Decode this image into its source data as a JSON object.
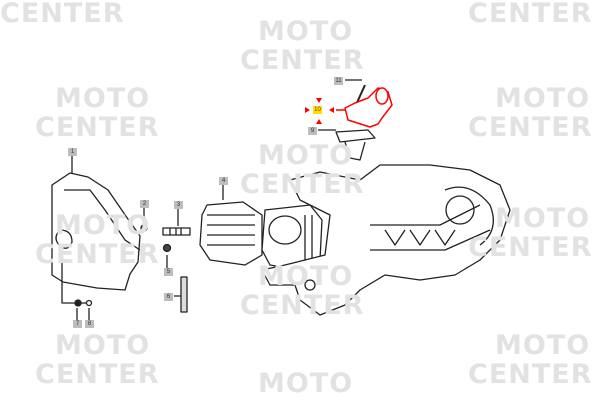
{
  "watermark": {
    "line1": "MOTO",
    "line2": "CENTER"
  },
  "callouts": {
    "c1": "1",
    "c2": "2",
    "c3": "3",
    "c4": "4",
    "c5": "5",
    "c6": "6",
    "c7": "7",
    "c8": "8",
    "c9": "9",
    "c10": "10",
    "c11": "11"
  },
  "colors": {
    "highlight_part": "#ff0000",
    "highlight_label_bg": "#f5e600",
    "watermark": "#e2e2e2"
  }
}
